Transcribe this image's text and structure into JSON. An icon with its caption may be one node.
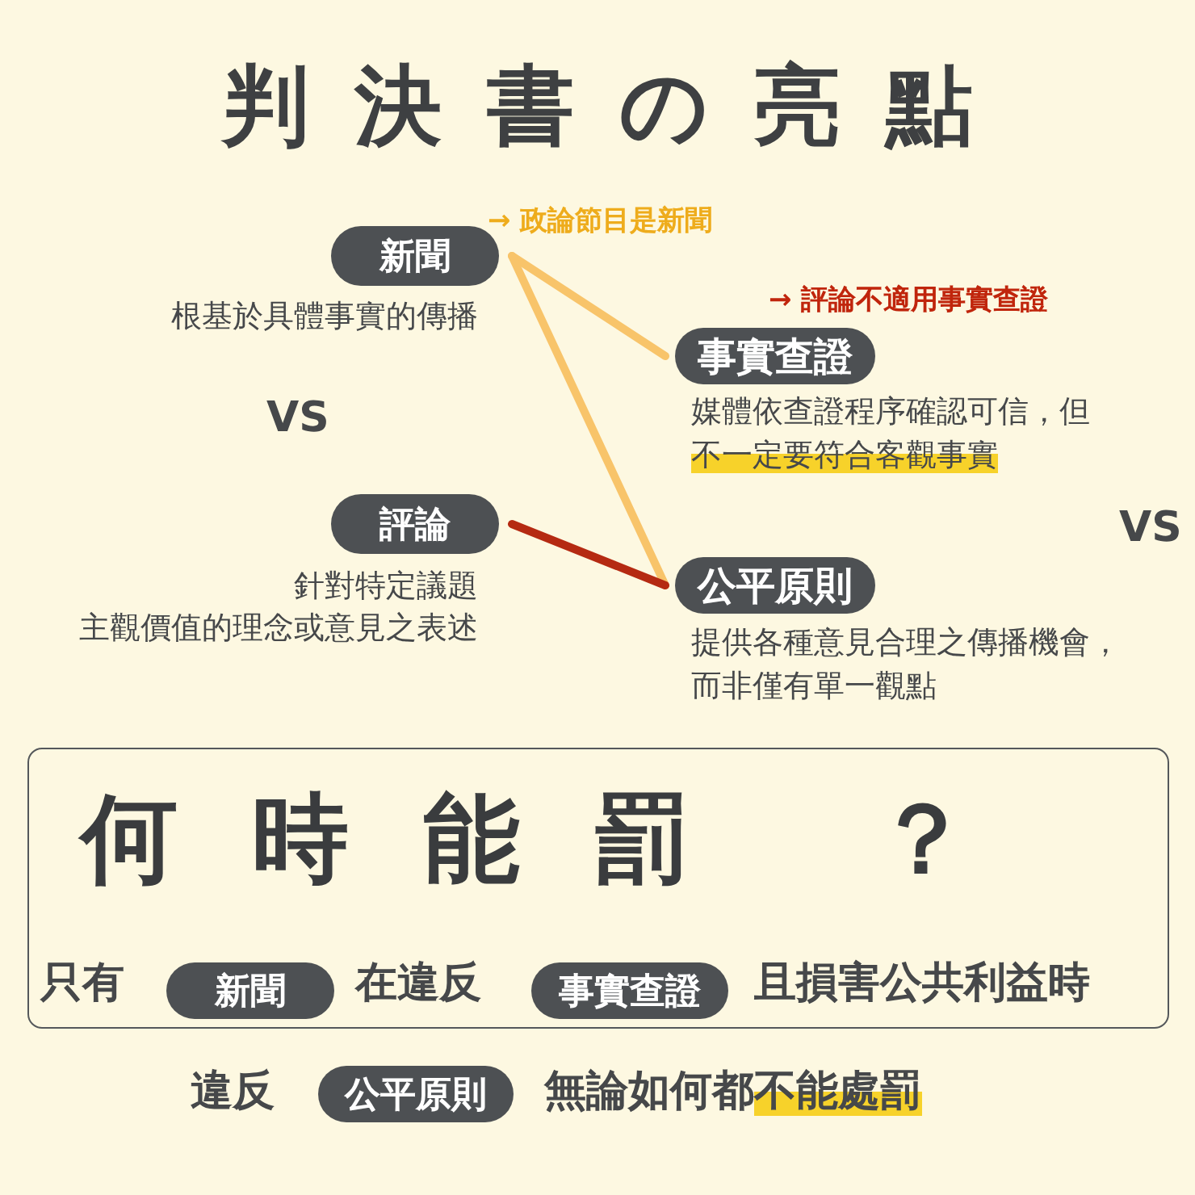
{
  "diagram": {
    "title": "判決書の亮點",
    "nodes": [
      {
        "text": [
          "新聞"
        ],
        "beside": [
          "根基於具體事實的傳播"
        ]
      },
      {
        "text": [
          "評論"
        ],
        "beside": [
          "針對特定議題",
          "主觀價值的理念或意見之表述"
        ]
      },
      {
        "text": [
          "事實查證"
        ],
        "beside": [
          "媒體依查證程序確認可信，但**不一定要符合客觀事實**"
        ]
      },
      {
        "text": [
          "公平原則"
        ],
        "beside": [
          "提供各種意見合理之傳播機會，而非僅有單一觀點"
        ]
      },
      {
        "text": [
          "何時能罰 ？",
          "只有",
          "在違反",
          "且損害公共利益時"
        ]
      },
      {
        "text": [
          "新聞"
        ],
        "in": 4
      },
      {
        "text": [
          "事實查證"
        ],
        "in": 4
      },
      {
        "text": [
          "公平原則"
        ]
      }
    ],
    "edges": [
      {
        "from": 0,
        "to": 2,
        "arrow": "none"
      },
      {
        "from": 0,
        "to": 3,
        "arrow": "none"
      },
      {
        "from": 1,
        "to": 3,
        "arrow": "none",
        "color": "#b52a12"
      }
    ],
    "labels": [
      "→ 政論節目是新聞",
      "→ 評論不適用事實查證",
      "VS",
      "VS",
      "違反",
      "無論如何都**不能處罰**"
    ]
  }
}
